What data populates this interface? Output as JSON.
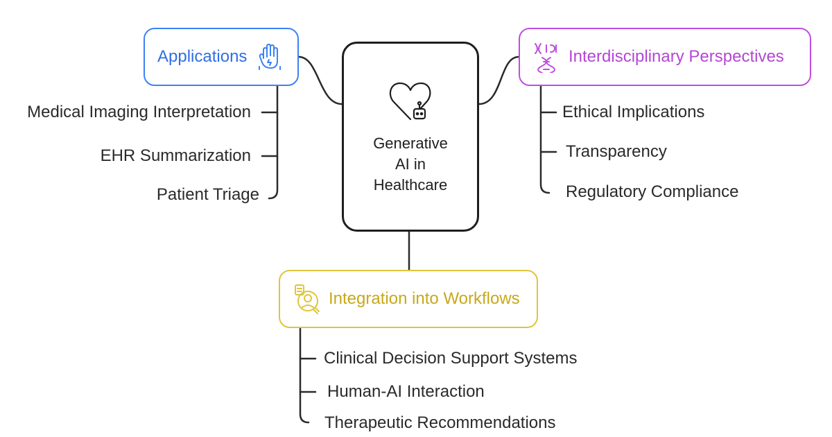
{
  "center": {
    "title_lines": [
      "Generative",
      "AI in",
      "Healthcare"
    ]
  },
  "applications": {
    "label": "Applications",
    "icon": "hand-icon",
    "color": "#3b82f6",
    "items": [
      "Medical Imaging Interpretation",
      "EHR Summarization",
      "Patient Triage"
    ]
  },
  "interdisciplinary": {
    "label": "Interdisciplinary Perspectives",
    "icon": "dna-icon",
    "color": "#c04ce3",
    "items": [
      "Ethical Implications",
      "Transparency",
      "Regulatory Compliance"
    ]
  },
  "integration": {
    "label": "Integration into Workflows",
    "icon": "doctor-icon",
    "color": "#dfc53a",
    "items": [
      "Clinical Decision Support Systems",
      "Human-AI Interaction",
      "Therapeutic Recommendations"
    ]
  }
}
